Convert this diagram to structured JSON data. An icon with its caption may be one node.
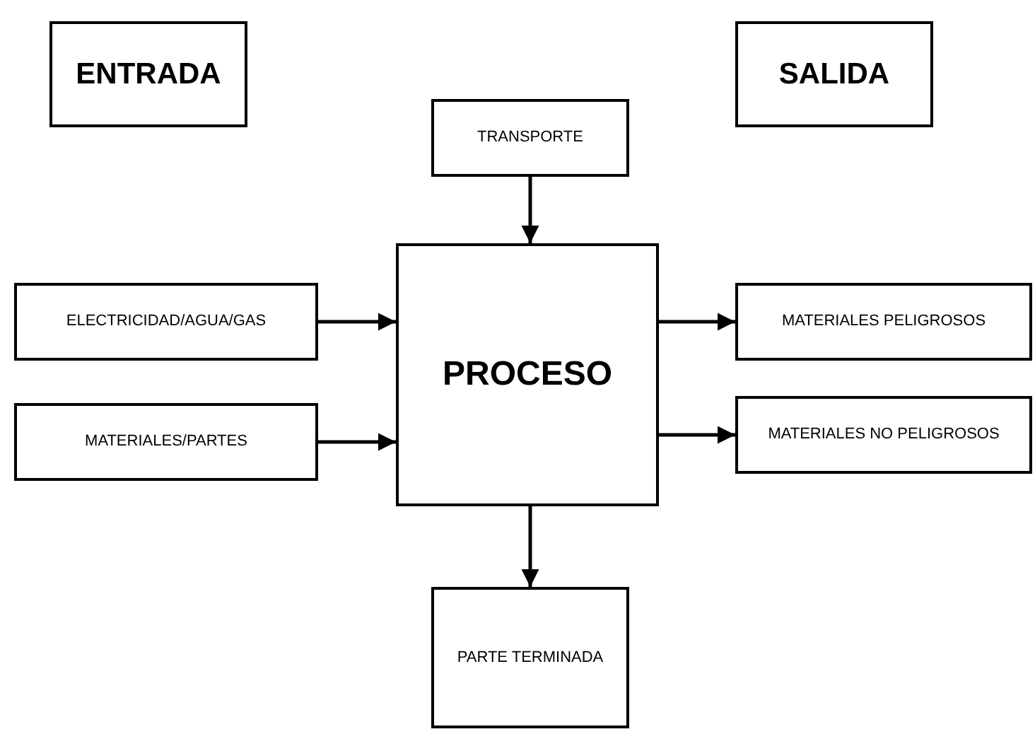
{
  "diagram": {
    "nodes": [
      {
        "text": [
          "ENTRADA"
        ]
      },
      {
        "text": [
          "SALIDA"
        ]
      },
      {
        "text": [
          "TRANSPORTE"
        ]
      },
      {
        "text": [
          "ELECTRICIDAD/AGUA/GAS"
        ]
      },
      {
        "text": [
          "PROCESO"
        ]
      },
      {
        "text": [
          "MATERIALES PELIGROSOS"
        ]
      },
      {
        "text": [
          "MATERIALES/PARTES"
        ]
      },
      {
        "text": [
          "MATERIALES NO PELIGROSOS"
        ]
      },
      {
        "text": [
          "PARTE TERMINADA"
        ]
      }
    ],
    "edges": [
      {
        "from": 2,
        "to": 4,
        "arrow": "to"
      },
      {
        "from": 3,
        "to": 4,
        "arrow": "to"
      },
      {
        "from": 6,
        "to": 4,
        "arrow": "to"
      },
      {
        "from": 4,
        "to": 5,
        "arrow": "to"
      },
      {
        "from": 4,
        "to": 7,
        "arrow": "to"
      },
      {
        "from": 4,
        "to": 8,
        "arrow": "to"
      }
    ]
  }
}
